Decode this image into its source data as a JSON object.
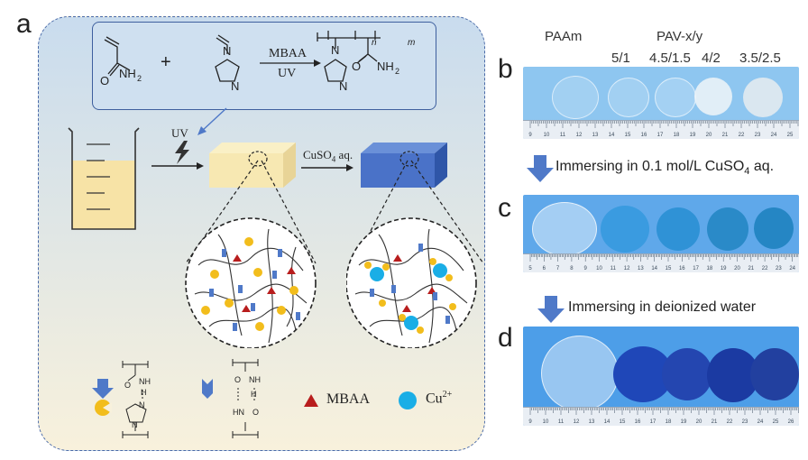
{
  "panels": {
    "a": "a",
    "b": "b",
    "c": "c",
    "d": "d"
  },
  "scheme": {
    "plus": "+",
    "reagent": "MBAA",
    "condition": "UV",
    "uv_label": "UV",
    "cuso4_label": "CuSO",
    "cuso4_sub": "4",
    "cuso4_suffix": " aq.",
    "product_n": "n",
    "product_m": "m"
  },
  "legend": {
    "mbaa": "MBAA",
    "cu": "Cu",
    "cu_sup": "2+"
  },
  "photos": {
    "header_paam": "PAAm",
    "header_pav": "PAV-x/y",
    "ratios": [
      "5/1",
      "4.5/1.5",
      "4/2",
      "3.5/2.5"
    ],
    "step1": "Immersing in 0.1 mol/L CuSO",
    "step1_sub": "4",
    "step1_suffix": " aq.",
    "step2": "Immersing in deionized water",
    "ruler_b": [
      "9",
      "10",
      "11",
      "12",
      "13",
      "14",
      "15",
      "16",
      "17",
      "18",
      "19",
      "20",
      "21",
      "22",
      "23",
      "24",
      "25"
    ],
    "ruler_c": [
      "5",
      "6",
      "7",
      "8",
      "9",
      "10",
      "11",
      "12",
      "13",
      "14",
      "15",
      "16",
      "17",
      "18",
      "19",
      "20",
      "21",
      "22",
      "23",
      "24"
    ],
    "ruler_d": [
      "9",
      "10",
      "11",
      "12",
      "13",
      "14",
      "15",
      "16",
      "17",
      "18",
      "19",
      "20",
      "21",
      "22",
      "23",
      "24",
      "25",
      "26"
    ]
  },
  "colors": {
    "panel_a_top": "#c9dcee",
    "panel_a_bottom": "#f8f1dc",
    "gel_yellow": "#f7e8b2",
    "gel_blue": "#4a72c8",
    "arrow_blue": "#4f79c8",
    "photo_bg": "#3f8fe0",
    "cu_ion": "#1aaee6",
    "mbaa_red": "#b81d1d",
    "imid_yellow": "#f2bd1c"
  }
}
